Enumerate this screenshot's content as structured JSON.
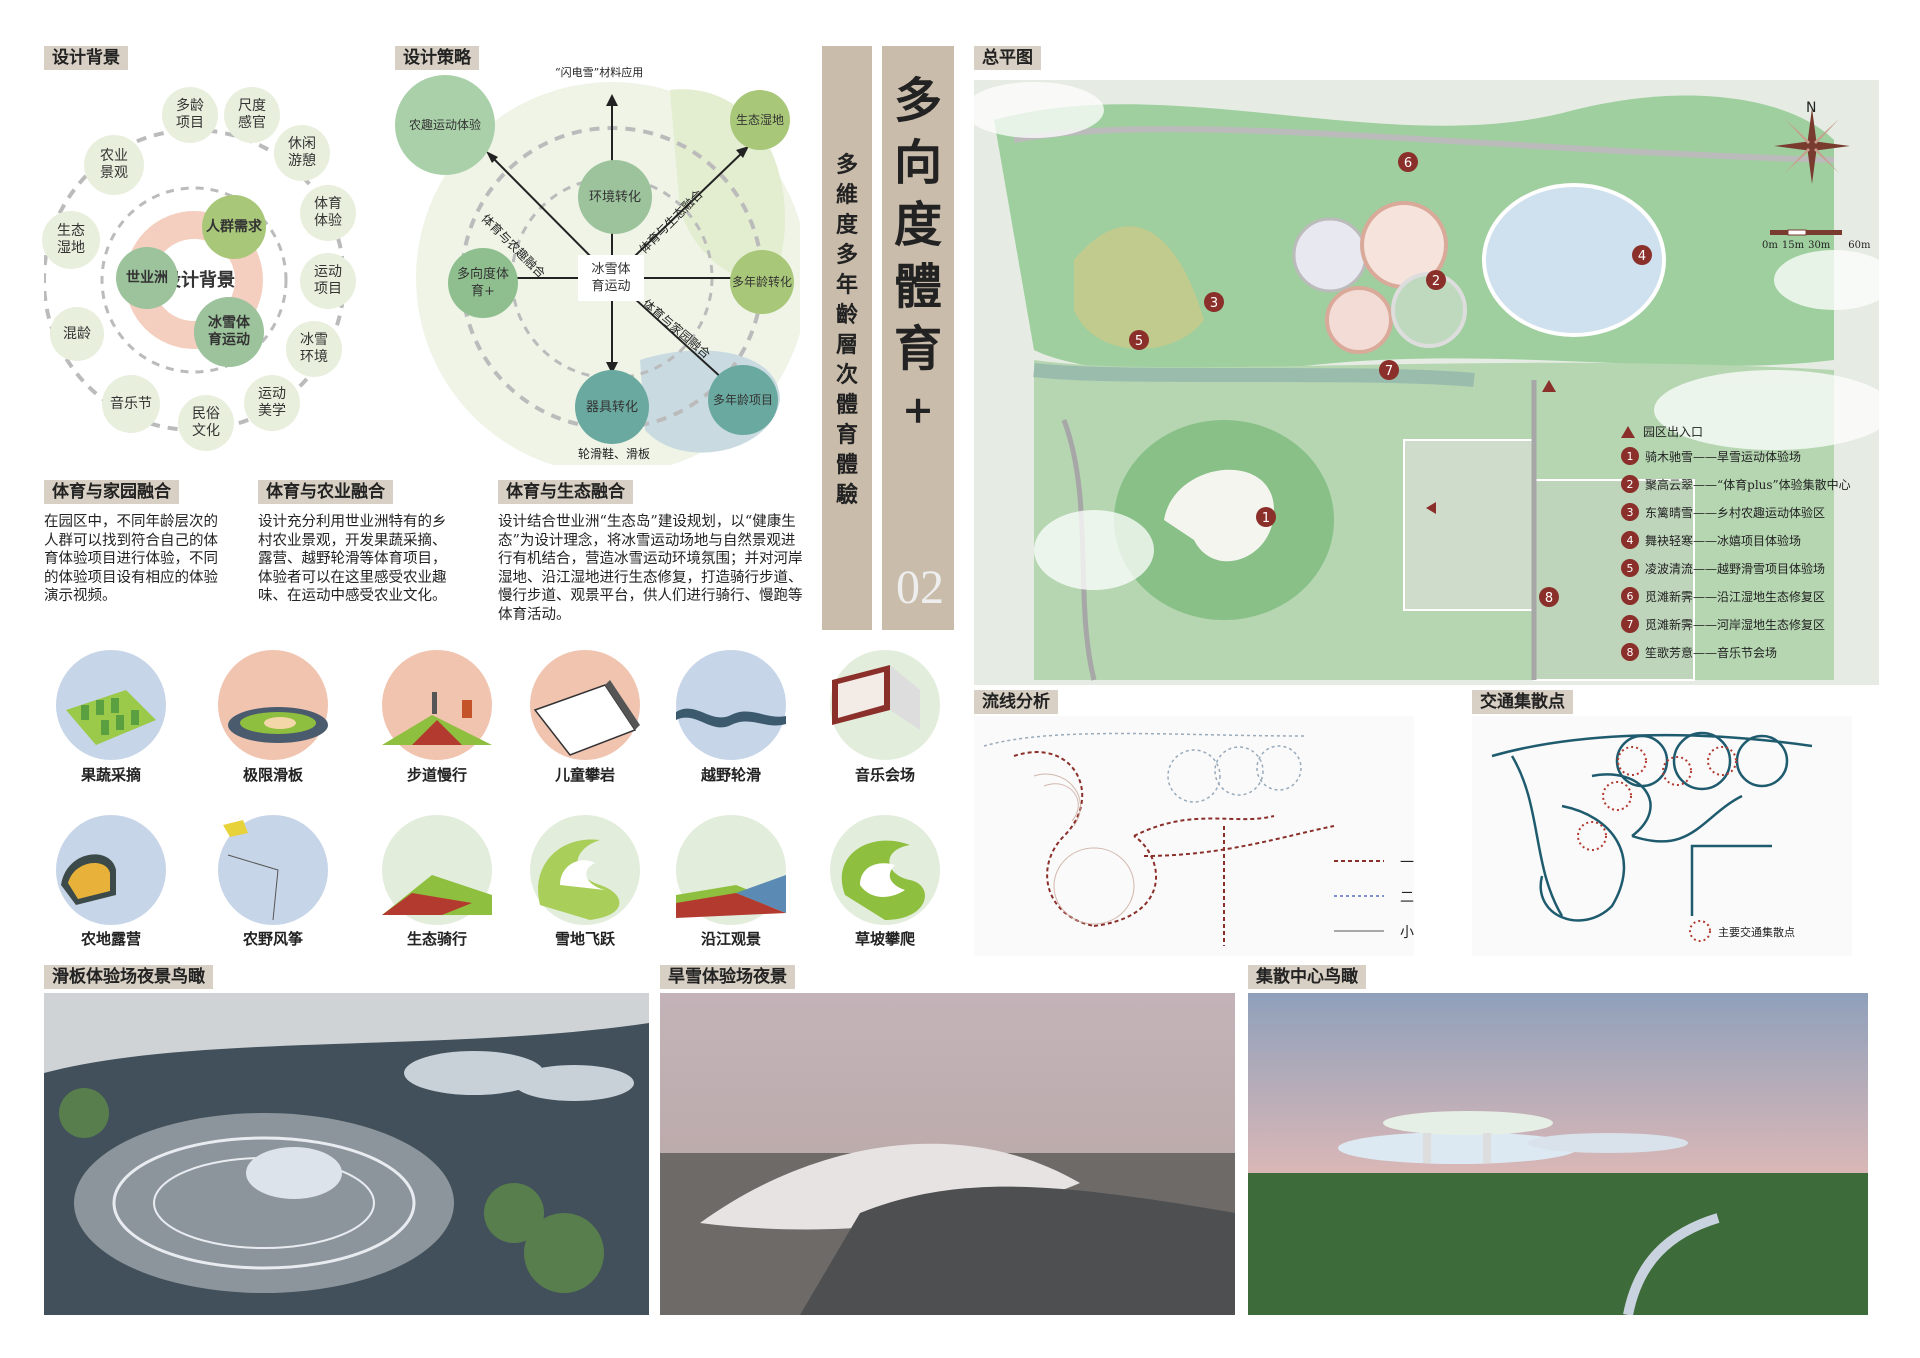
{
  "headers": {
    "background": "设计背景",
    "strategy": "设计策略",
    "site_plan": "总平图",
    "flow": "流线分析",
    "traffic": "交通集散点",
    "skate_night": "滑板体验场夜景鸟瞰",
    "snow_night": "旱雪体验场夜景",
    "hub_aerial": "集散中心鸟瞰"
  },
  "title": {
    "main_chars": [
      "多",
      "向",
      "度",
      "體",
      "育",
      "+"
    ],
    "subtitle_chars": [
      "多",
      "維",
      "度",
      "多",
      "年",
      "齡",
      "層",
      "次",
      "體",
      "育",
      "體",
      "驗"
    ],
    "number": "02"
  },
  "background_diagram": {
    "center": "设计背景",
    "inner": [
      "人群需求",
      "世业洲",
      "冰雪体育运动"
    ],
    "outer": [
      "多龄项目",
      "尺度感官",
      "休闲游憩",
      "体育体验",
      "运动项目",
      "冰雪环境",
      "运动美学",
      "民俗文化",
      "音乐节",
      "混龄",
      "生态湿地",
      "农业景观"
    ]
  },
  "strategy_diagram": {
    "center": "冰雪体育运动",
    "nodes": [
      "农趣运动体验",
      "环境转化",
      "生态湿地",
      "多向度体育+",
      "多年龄转化",
      "器具转化",
      "多年龄项目"
    ],
    "top_label": "“闪电雪”材料应用",
    "bottom_label": "轮滑鞋、滑板",
    "arrow_labels": [
      "体育与农趣融合",
      "体育与生态融合",
      "体育与家园融合"
    ]
  },
  "sections": [
    {
      "title": "体育与家园融合",
      "text": "在园区中，不同年龄层次的人群可以找到符合自己的体育体验项目进行体验，不同的体验项目设有相应的体验演示视频。"
    },
    {
      "title": "体育与农业融合",
      "text": "设计充分利用世业洲特有的乡村农业景观，开发果蔬采摘、露营、越野轮滑等体育项目，体验者可以在这里感受农业趣味、在运动中感受农业文化。"
    },
    {
      "title": "体育与生态融合",
      "text": "设计结合世业洲“生态岛”建设规划，以“健康生态”为设计理念，将冰雪运动场地与自然景观进行有机结合，营造冰雪运动环境氛围；并对河岸湿地、沿江湿地进行生态修复，打造骑行步道、慢行步道、观景平台，供人们进行骑行、慢跑等体育活动。"
    }
  ],
  "activities_row1": [
    "果蔬采摘",
    "极限滑板",
    "步道慢行",
    "儿童攀岩",
    "越野轮滑",
    "音乐会场"
  ],
  "activities_row2": [
    "农地露营",
    "农野风筝",
    "生态骑行",
    "雪地飞跃",
    "沿江观景",
    "草坡攀爬"
  ],
  "site_plan": {
    "north": "N",
    "scale": [
      "0m",
      "15m",
      "30m",
      "60m"
    ],
    "entrance_label": "园区出入口",
    "legend": [
      {
        "n": "1",
        "text": "骑木驰雪——旱雪运动体验场"
      },
      {
        "n": "2",
        "text": "聚高云翠——“体育plus”体验集散中心"
      },
      {
        "n": "3",
        "text": "东篱晴雪——乡村农趣运动体验区"
      },
      {
        "n": "4",
        "text": "舞袂轻寒——冰嬉项目体验场"
      },
      {
        "n": "5",
        "text": "凌波清流——越野滑雪项目体验场"
      },
      {
        "n": "6",
        "text": "觅滩新霁——沿江湿地生态修复区"
      },
      {
        "n": "7",
        "text": "觅滩新霁——河岸湿地生态修复区"
      },
      {
        "n": "8",
        "text": "笙歌芳意——音乐节会场"
      }
    ]
  },
  "flow_legend": [
    "一级道路",
    "二级道路",
    "小径"
  ],
  "traffic_legend": "主要交通集散点",
  "colors": {
    "header_bg": "#d8d0c4",
    "title_bar": "#c9bcab",
    "marker": "#8a2f2a",
    "green": "#8fbf8f",
    "pink": "#f1c4b0",
    "blue": "#c7d5e8"
  }
}
